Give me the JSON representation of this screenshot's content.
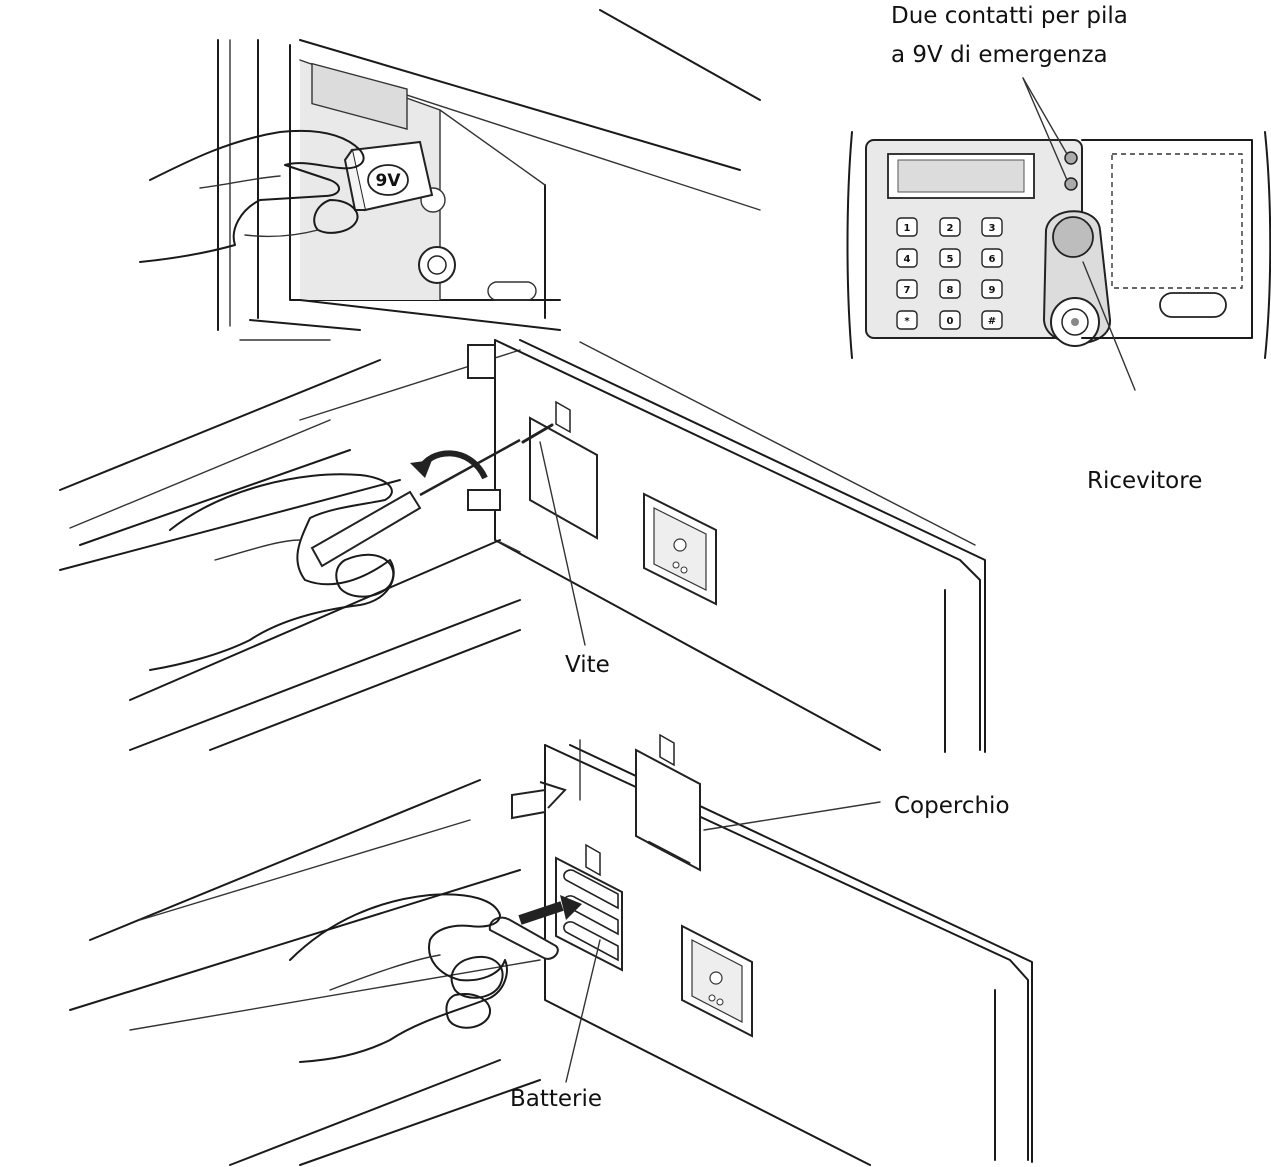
{
  "labels": {
    "emergency_contacts_line1": "Due contatti per pila",
    "emergency_contacts_line2": "a 9V di emergenza",
    "receiver": "Ricevitore",
    "screw": "Vite",
    "cover": "Coperchio",
    "batteries": "Batterie"
  },
  "battery_badge": "9V",
  "keypad": {
    "keys": [
      "1",
      "2",
      "3",
      "4",
      "5",
      "6",
      "7",
      "8",
      "9",
      "*",
      "0",
      "#"
    ]
  },
  "colors": {
    "line": "#1a1a1a",
    "panel_fill": "#e9e9e9",
    "display_fill": "#dcdcdc",
    "skin_fill": "#ffffff"
  }
}
